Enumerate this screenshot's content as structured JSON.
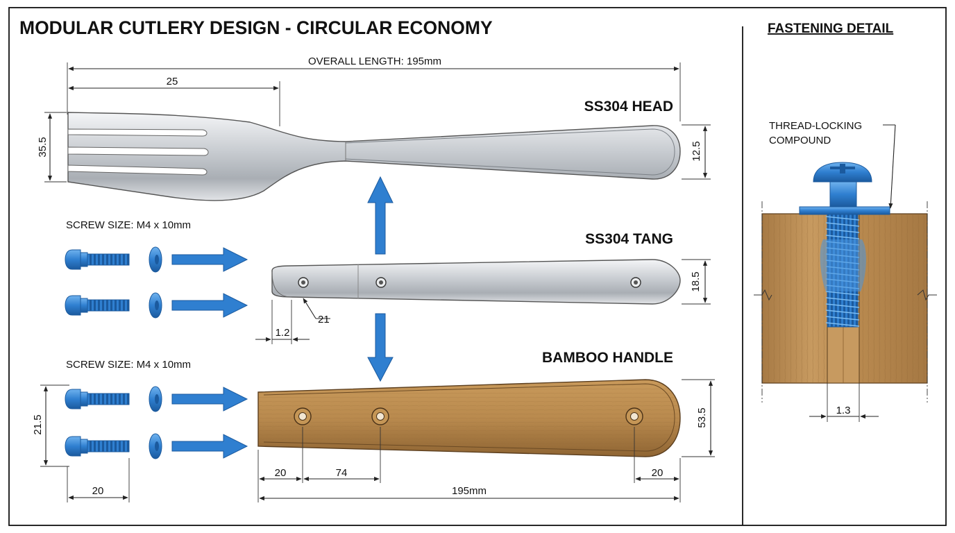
{
  "title": "MODULAR CUTLERY DESIGN - CIRCULAR ECONOMY",
  "detail_title": "FASTENING DETAIL",
  "labels": {
    "head": "SS304 HEAD",
    "tang": "SS304 TANG",
    "handle": "BAMBOO HANDLE",
    "screw_size_1": "SCREW SIZE: M4 x 10mm",
    "screw_size_2": "SCREW SIZE: M4 x 10mm",
    "thread_lock_1": "THREAD-LOCKING",
    "thread_lock_2": "COMPOUND"
  },
  "dimensions": {
    "overall_length": "OVERALL LENGTH: 195mm",
    "fork_tine_length": "25",
    "fork_head_width": "35.5",
    "fork_handle_end": "12.5",
    "tang_width": "18.5",
    "tang_hole": "21",
    "tang_thickness": "1.2",
    "handle_width": "53.5",
    "screw_spacing": "21.5",
    "screw_length": "20",
    "handle_hole_1": "20",
    "handle_hole_2": "74",
    "handle_hole_end": "20",
    "handle_length": "195mm",
    "detail_gap": "1.3"
  },
  "colors": {
    "steel": "#c9cdd2",
    "bamboo": "#b98a4e",
    "screw_blue": "#2f7fd0",
    "arrow_blue": "#2f7fd0"
  }
}
